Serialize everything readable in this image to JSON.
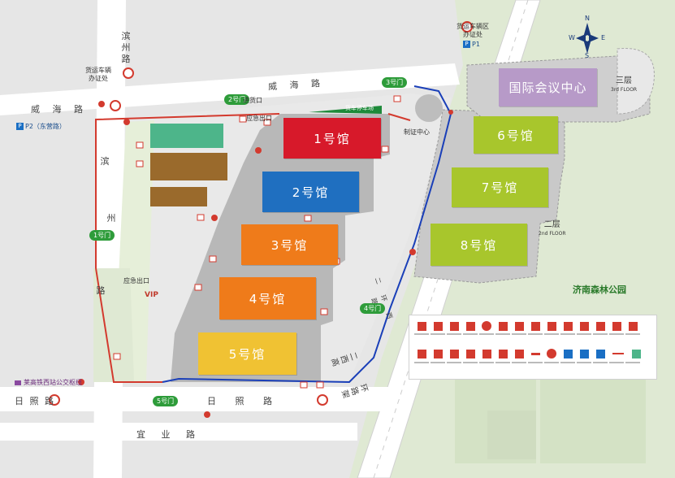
{
  "halls": [
    {
      "id": "hall1",
      "label": "1号馆",
      "color": "#d7192a"
    },
    {
      "id": "hall2",
      "label": "2号馆",
      "color": "#1f6fc0"
    },
    {
      "id": "hall3",
      "label": "3号馆",
      "color": "#ef7b1a"
    },
    {
      "id": "hall4",
      "label": "4号馆",
      "color": "#ef7b1a"
    },
    {
      "id": "hall5",
      "label": "5号馆",
      "color": "#f0c233"
    },
    {
      "id": "hall6",
      "label": "6号馆",
      "color": "#a8c62c"
    },
    {
      "id": "hall7",
      "label": "7号馆",
      "color": "#a8c62c"
    },
    {
      "id": "hall8",
      "label": "8号馆",
      "color": "#a8c62c"
    },
    {
      "id": "conference",
      "label": "国际会议中心",
      "color": "#b79ac8"
    }
  ],
  "roads": {
    "weihai_top": "威 海 路",
    "weihai_left": "威 海 路",
    "binzhou_top": "滨 州 路",
    "binzhou_mid": "滨",
    "binzhou_mid2": "州",
    "binzhou_low": "路",
    "rizhao_left": "日 照 路",
    "rizhao_mid": "日 照 路",
    "yiye": "宜 业 路",
    "erhuan": "二 环 西 路 高 架",
    "erhuan_inner": "二 环 西 路"
  },
  "gates": {
    "gate1": "1号门",
    "gate2": "2号门",
    "gate3": "3号门",
    "gate4": "4号门",
    "gate5": "5号门"
  },
  "labels": {
    "cargo_office_left": "货运车辆\n办证处",
    "cargo_office_right": "货运车辆区\n办证处",
    "entrance_exit": "进货口",
    "cargo_area": "货车停车场",
    "emergency_exit_top": "应急出口",
    "emergency_exit_mid": "应急出口",
    "ticket_center": "制证中心",
    "vip": "VIP",
    "bus_hub": "莱高铁西站公交枢纽",
    "park": "济南森林公园"
  },
  "floors": {
    "third": {
      "cn": "三层",
      "en": "3rd FLOOR"
    },
    "second": {
      "cn": "二层",
      "en": "2nd FLOOR"
    }
  },
  "parking": {
    "p1": "P1",
    "p2": "P2（东营路）"
  },
  "compass": {
    "n": "N",
    "s": "S",
    "e": "E",
    "w": "W"
  },
  "colors": {
    "road": "#ffffff",
    "grass": "#d8e8c4",
    "building": "#b8b8b8",
    "fence": "#d33a2e",
    "route": "#1a3fb8"
  }
}
